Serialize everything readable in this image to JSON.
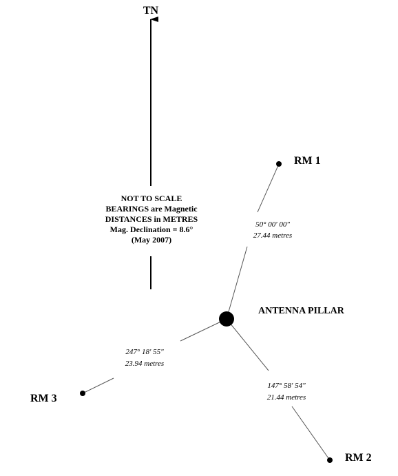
{
  "north": {
    "label": "TN"
  },
  "notes": [
    "NOT TO SCALE",
    "BEARINGS are Magnetic",
    "DISTANCES in METRES",
    "Mag. Declination = 8.6°",
    "(May 2007)"
  ],
  "pillar": {
    "label": "ANTENNA PILLAR"
  },
  "marks": [
    {
      "id": "rm1",
      "label": "RM 1",
      "bearing": "50° 00' 00\"",
      "distance": "27.44 metres"
    },
    {
      "id": "rm2",
      "label": "RM 2",
      "bearing": "147° 58' 54\"",
      "distance": "21.44 metres"
    },
    {
      "id": "rm3",
      "label": "RM 3",
      "bearing": "247° 18' 55\"",
      "distance": "23.94 metres"
    }
  ],
  "colors": {
    "ink": "#000000",
    "leg_line": "#555555"
  }
}
